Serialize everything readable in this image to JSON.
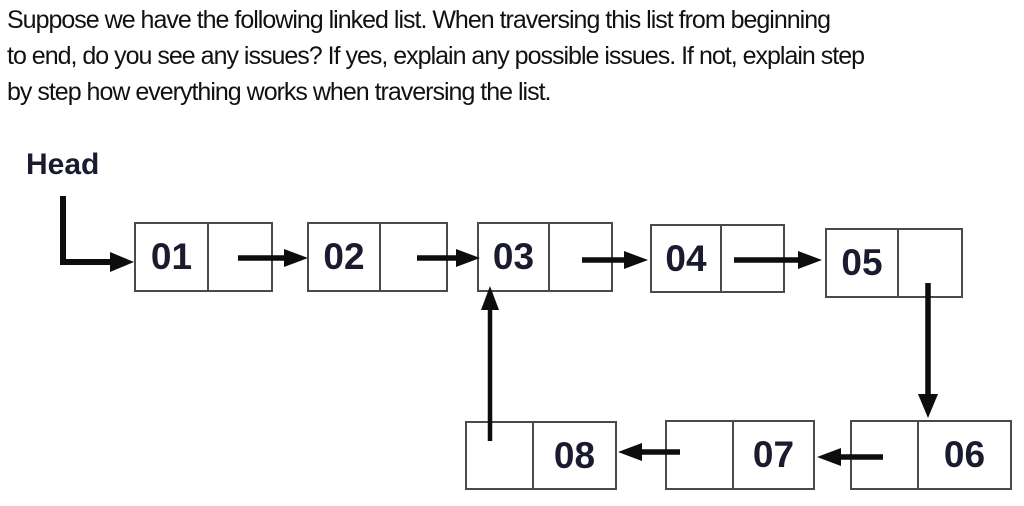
{
  "question": {
    "lines": [
      "Suppose we have the following linked list. When traversing this list from beginning",
      "to end, do you see any issues? If yes, explain any possible issues. If not, explain step",
      "by step how everything works when traversing the list."
    ]
  },
  "diagram": {
    "head_label": "Head",
    "nodes": [
      {
        "id": "01",
        "value": "01",
        "pointer_side": "right",
        "row": "top"
      },
      {
        "id": "02",
        "value": "02",
        "pointer_side": "right",
        "row": "top"
      },
      {
        "id": "03",
        "value": "03",
        "pointer_side": "right",
        "row": "top"
      },
      {
        "id": "04",
        "value": "04",
        "pointer_side": "right",
        "row": "top"
      },
      {
        "id": "05",
        "value": "05",
        "pointer_side": "right",
        "row": "top"
      },
      {
        "id": "06",
        "value": "06",
        "pointer_side": "left",
        "row": "bottom"
      },
      {
        "id": "07",
        "value": "07",
        "pointer_side": "left",
        "row": "bottom"
      },
      {
        "id": "08",
        "value": "08",
        "pointer_side": "left",
        "row": "bottom"
      }
    ],
    "edges": [
      {
        "from": "Head",
        "to": "01"
      },
      {
        "from": "01",
        "to": "02"
      },
      {
        "from": "02",
        "to": "03"
      },
      {
        "from": "03",
        "to": "04"
      },
      {
        "from": "04",
        "to": "05"
      },
      {
        "from": "05",
        "to": "06"
      },
      {
        "from": "06",
        "to": "07"
      },
      {
        "from": "07",
        "to": "08"
      },
      {
        "from": "08",
        "to": "03"
      }
    ],
    "colors": {
      "background": "#ffffff",
      "node_border": "#4a4a4a",
      "node_text": "#1b1b2f",
      "arrow": "#0d0d0d",
      "question_text": "#111111"
    }
  }
}
